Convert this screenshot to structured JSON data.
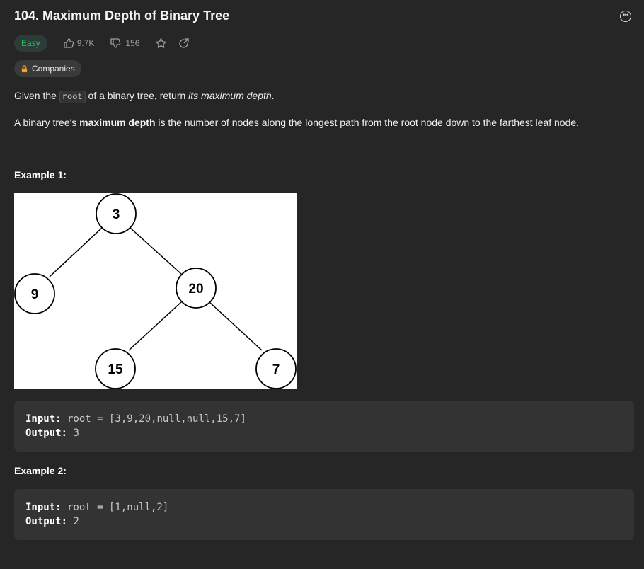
{
  "problem": {
    "title": "104. Maximum Depth of Binary Tree",
    "difficulty": "Easy",
    "likes": "9.7K",
    "dislikes": "156",
    "companies_label": "Companies",
    "icons": {
      "more": "more-options-icon",
      "like": "thumbs-up-icon",
      "dislike": "thumbs-down-icon",
      "star": "star-icon",
      "share": "share-icon",
      "lock": "lock-icon"
    }
  },
  "description": {
    "p1_pre": "Given the ",
    "p1_code": "root",
    "p1_mid": " of a binary tree, return ",
    "p1_em": "its maximum depth",
    "p1_post": ".",
    "p2_pre": "A binary tree's ",
    "p2_bold": "maximum depth",
    "p2_post": " is the number of nodes along the longest path from the root node down to the farthest leaf node."
  },
  "examples": [
    {
      "heading": "Example 1:",
      "input_label": "Input:",
      "input_value": " root = [3,9,20,null,null,15,7]",
      "output_label": "Output:",
      "output_value": " 3",
      "tree_nodes": [
        "3",
        "9",
        "20",
        "15",
        "7"
      ]
    },
    {
      "heading": "Example 2:",
      "input_label": "Input:",
      "input_value": " root = [1,null,2]",
      "output_label": "Output:",
      "output_value": " 2"
    }
  ],
  "colors": {
    "background": "#262626",
    "easy": "#2cbb5d",
    "code_block": "#333333"
  }
}
